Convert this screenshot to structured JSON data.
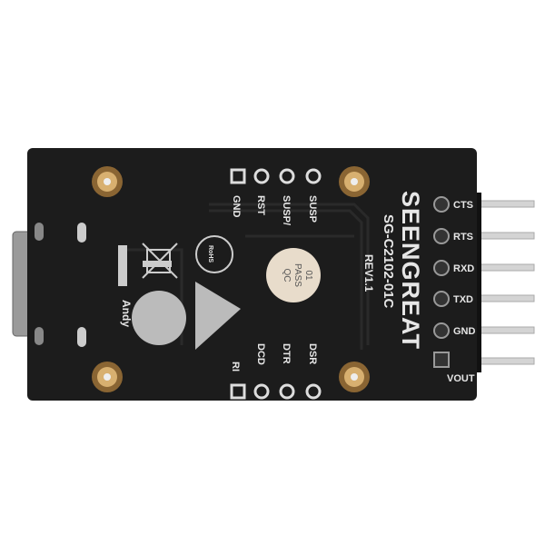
{
  "board": {
    "brand": "SEENGREAT",
    "model": "SG-C2102-01C",
    "revision": "REV1.1",
    "qc_sticker": {
      "line1": "QC",
      "line2": "PASS",
      "line3": "01"
    },
    "author_mark": "Andy",
    "rohs_mark": "RoHS",
    "top_header_labels": [
      "GND",
      "RST",
      "SUSP/",
      "SUSP"
    ],
    "bottom_header_labels": [
      "RI",
      "DCD",
      "DTR",
      "DSR"
    ],
    "right_header_labels": [
      "CTS",
      "RTS",
      "RXD",
      "TXD",
      "GND",
      "VOUT"
    ],
    "colors": {
      "pcb": "#1c1c1c",
      "silkscreen": "#e6e6e6",
      "brass": "#b8894a",
      "pins": "#c8c8c8"
    }
  }
}
